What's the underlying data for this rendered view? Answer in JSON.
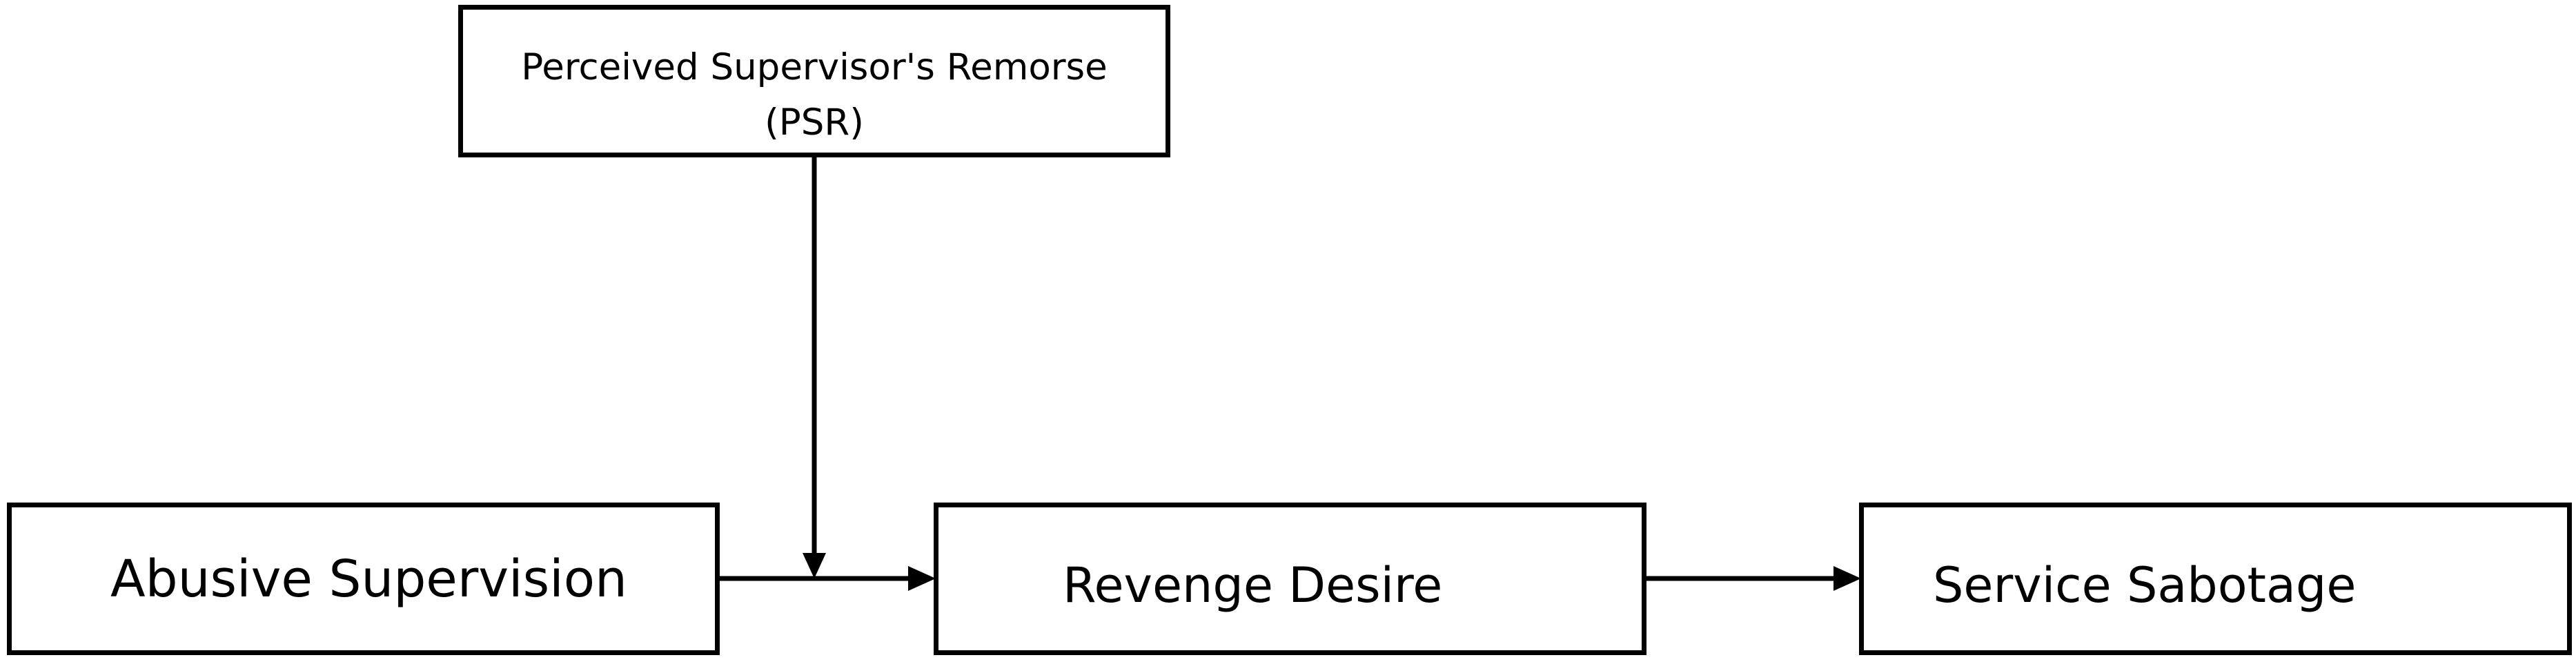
{
  "diagram": {
    "nodes": {
      "psr": {
        "line1": "Perceived Supervisor's Remorse",
        "line2": "(PSR)"
      },
      "abusive_supervision": "Abusive Supervision",
      "revenge_desire": "Revenge Desire",
      "service_sabotage": "Service Sabotage"
    },
    "edges": [
      {
        "from": "abusive_supervision",
        "to": "revenge_desire"
      },
      {
        "from": "revenge_desire",
        "to": "service_sabotage"
      },
      {
        "from": "psr",
        "to": "abusive_supervision->revenge_desire",
        "kind": "moderation"
      }
    ],
    "colors": {
      "stroke": "#000000",
      "background": "#ffffff"
    }
  }
}
